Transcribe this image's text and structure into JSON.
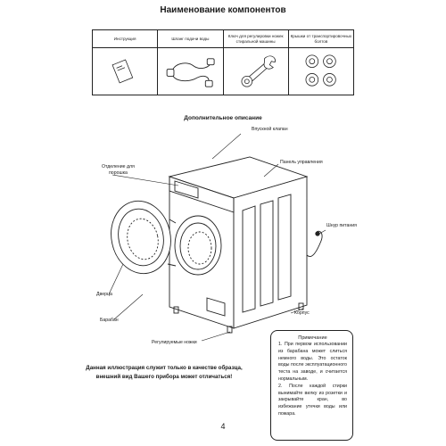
{
  "title": "Наименование компонентов",
  "components": [
    {
      "label": "Инструкция",
      "icon": "manual-booklet-icon"
    },
    {
      "label": "Шланг подачи воды",
      "icon": "water-hose-icon"
    },
    {
      "label": "Ключ для регулировки ножек стиральной машины",
      "icon": "wrench-icon"
    },
    {
      "label": "Крышки от транспортировочных болтов",
      "icon": "bolt-caps-icon"
    }
  ],
  "subtitle": "Дополнительное описание",
  "labels": {
    "inlet_valve": "Впускной клапан",
    "control_panel": "Панель управления",
    "detergent_drawer_1": "Отделение для",
    "detergent_drawer_2": "порошка",
    "power_cord": "Шнур питания",
    "door": "Дверца",
    "drum": "Барабан",
    "body": "Корпус",
    "feet": "Регулируемые ножки"
  },
  "warning_line1": "Данная иллюстрация служит только в качестве образца,",
  "warning_line2": "внешний вид Вашего прибора может отличаться!",
  "note": {
    "title": "Примечание",
    "items": [
      "1. При первом использовании из барабана может слиться немного воды. Это остаток воды после эксплуатационного теста на заводе, и считается нормальным.",
      "2. После каждой стирки вынимайте вилку из розетки и закрывайте кран, во избежание утечки воды или пожара."
    ]
  },
  "page_number": "4"
}
